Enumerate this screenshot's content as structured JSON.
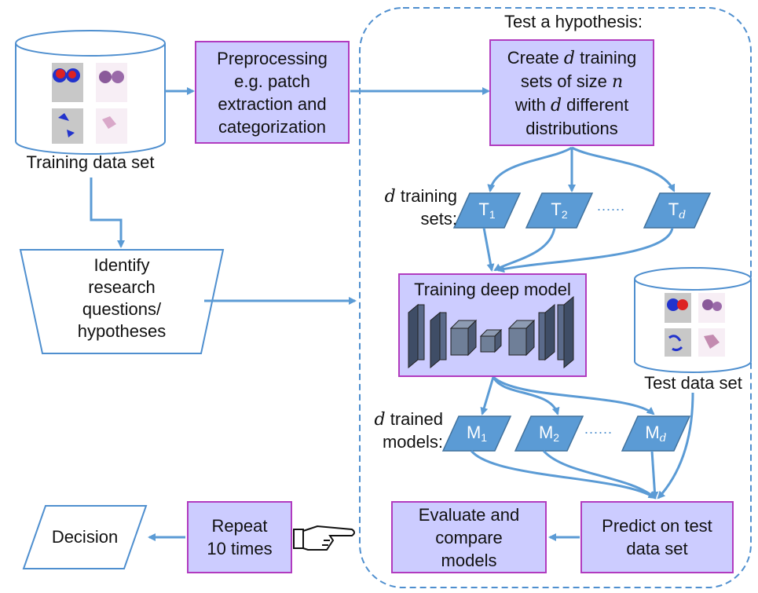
{
  "training_db": {
    "label": "Training data set"
  },
  "test_db": {
    "label": "Test data set"
  },
  "preprocess": {
    "line1": "Preprocessing",
    "line2": "e.g. patch",
    "line3": "extraction and",
    "line4": "categorization"
  },
  "hypothesis": {
    "title": "Test a hypothesis:"
  },
  "create": {
    "l1a": "Create ",
    "l1v": "d",
    "l1b": " training",
    "l2a": "sets of size ",
    "l2v": "n",
    "l3a": "with ",
    "l3v": "d",
    "l3b": " different",
    "l4": "distributions"
  },
  "training_sets": {
    "var": "d",
    "l1": " training",
    "l2": "sets:"
  },
  "t_sets": [
    {
      "base": "T",
      "sub": "1"
    },
    {
      "base": "T",
      "sub": "2"
    },
    {
      "base": "T",
      "sub": "d"
    }
  ],
  "dots": "......",
  "deep_model": {
    "title": "Training deep model"
  },
  "trained_models": {
    "var": "d",
    "l1": " trained",
    "l2": "models:"
  },
  "m_sets": [
    {
      "base": "M",
      "sub": "1"
    },
    {
      "base": "M",
      "sub": "2"
    },
    {
      "base": "M",
      "sub": "d"
    }
  ],
  "identify": {
    "l1": "Identify",
    "l2": "research",
    "l3": "questions/",
    "l4": "hypotheses"
  },
  "predict": {
    "l1": "Predict on test",
    "l2": "data set"
  },
  "evaluate": {
    "l1": "Evaluate and",
    "l2": "compare",
    "l3": "models"
  },
  "repeat": {
    "l1": "Repeat",
    "l2": "10 times"
  },
  "decision": {
    "label": "Decision"
  },
  "colors": {
    "arrow": "#5b9bd5",
    "box_fill": "#ccccff",
    "box_border": "#b13bbf",
    "para_fill": "#5b9bd5",
    "para_border": "#41719c"
  }
}
